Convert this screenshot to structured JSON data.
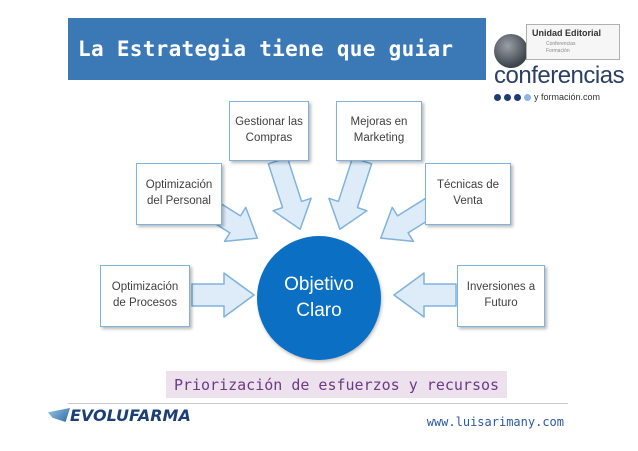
{
  "header": {
    "title": "La Estrategia tiene que guiar"
  },
  "logo_conferencias": {
    "brand": "Unidad Editorial",
    "brand_sub1": "Conferencias",
    "brand_sub2": "Formación",
    "main_word": "conferencias",
    "sub_word": "y formación.com",
    "dot_colors": [
      "#1f3b73",
      "#1f3b73",
      "#1f3b73",
      "#8fb6e0"
    ]
  },
  "diagram": {
    "center": {
      "line1": "Objetivo",
      "line2": "Claro"
    },
    "nodes": {
      "gestionar": {
        "line1": "Gestionar las",
        "line2": "Compras"
      },
      "mejoras": {
        "line1": "Mejoras en",
        "line2": "Marketing"
      },
      "personal": {
        "line1": "Optimización",
        "line2": "del Personal"
      },
      "tecnicas": {
        "line1": "Técnicas de",
        "line2": "Venta"
      },
      "procesos": {
        "line1": "Optimización",
        "line2": "de Procesos"
      },
      "inversiones": {
        "line1": "Inversiones a",
        "line2": "Futuro"
      }
    },
    "colors": {
      "center": "#0b6fc3",
      "arrow_fill": "#ddecf8",
      "arrow_stroke": "#7fb2dd"
    }
  },
  "banner": {
    "text": "Priorización de esfuerzos y recursos"
  },
  "footer": {
    "logo_text": "EVOLUFARMA",
    "url": "www.luisarimany.com"
  }
}
